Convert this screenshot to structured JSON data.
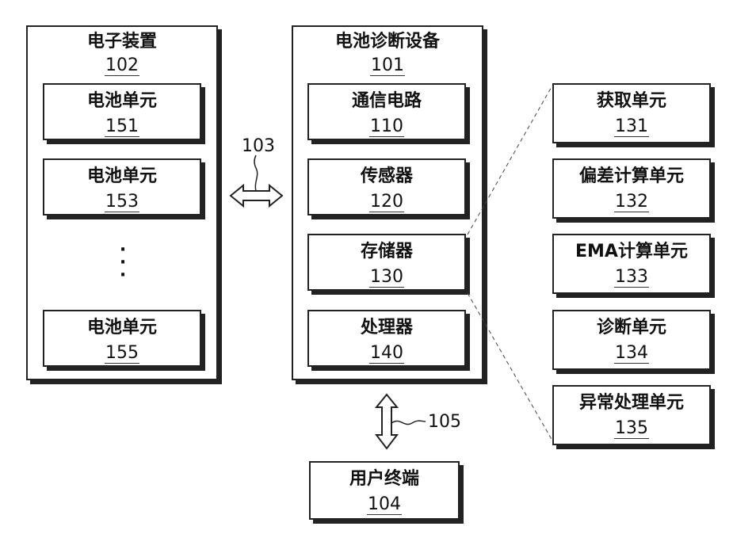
{
  "electronic_device": {
    "title": "电子装置",
    "ref": "102",
    "cells": [
      {
        "title": "电池单元",
        "ref": "151"
      },
      {
        "title": "电池单元",
        "ref": "153"
      },
      {
        "title": "电池单元",
        "ref": "155"
      }
    ],
    "ellipsis": "·\n·\n·"
  },
  "diagnosis_apparatus": {
    "title": "电池诊断设备",
    "ref": "101",
    "components": [
      {
        "title": "通信电路",
        "ref": "110"
      },
      {
        "title": "传感器",
        "ref": "120"
      },
      {
        "title": "存储器",
        "ref": "130"
      },
      {
        "title": "处理器",
        "ref": "140"
      }
    ]
  },
  "processor_units": [
    {
      "title": "获取单元",
      "ref": "131"
    },
    {
      "title": "偏差计算单元",
      "ref": "132"
    },
    {
      "title": "EMA计算单元",
      "ref": "133"
    },
    {
      "title": "诊断单元",
      "ref": "134"
    },
    {
      "title": "异常处理单元",
      "ref": "135"
    }
  ],
  "user_terminal": {
    "title": "用户终端",
    "ref": "104"
  },
  "links": {
    "device_link_ref": "103",
    "terminal_link_ref": "105"
  }
}
